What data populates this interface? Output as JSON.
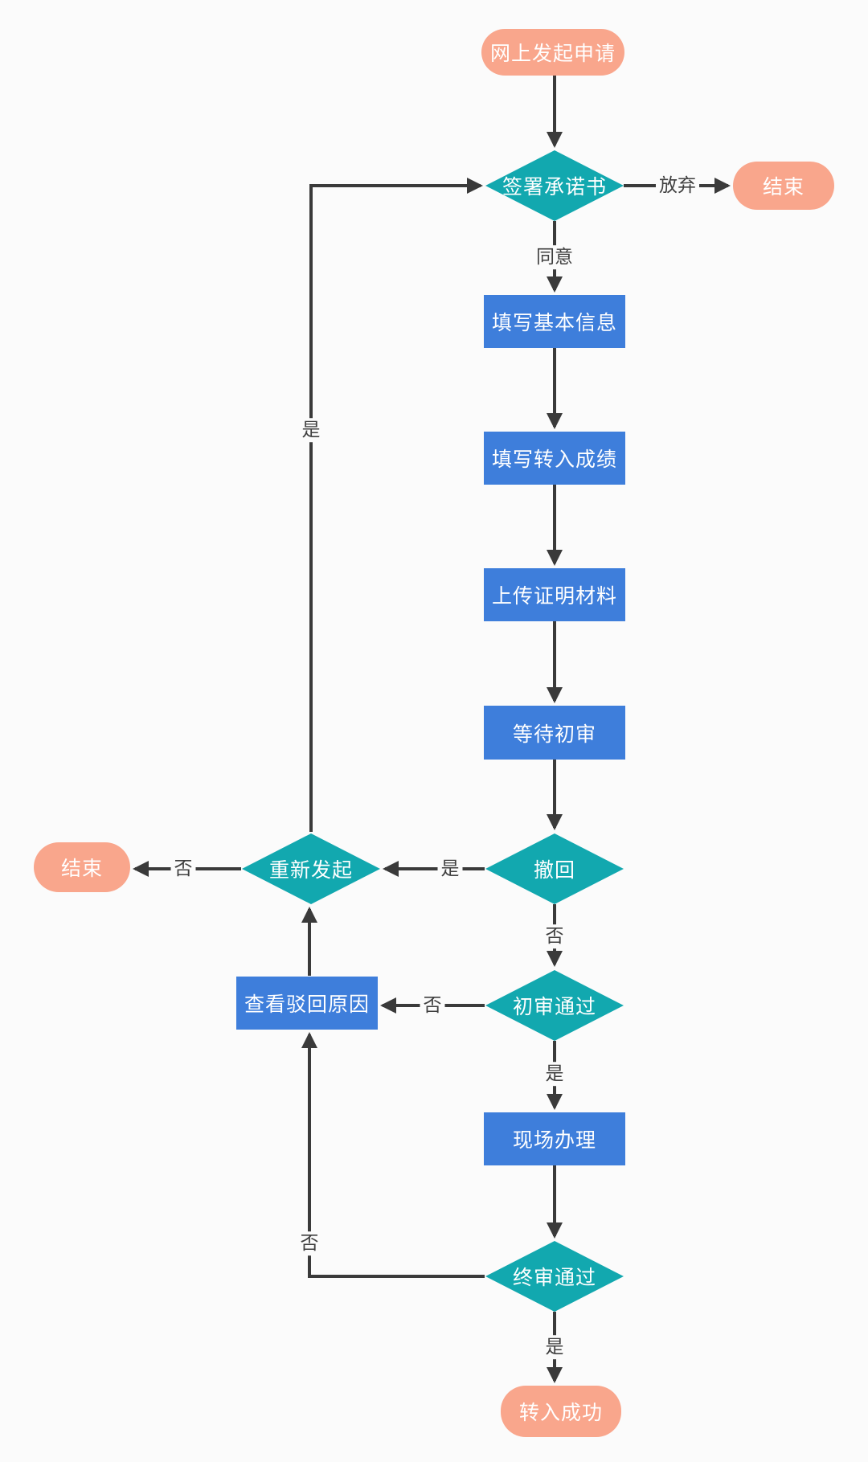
{
  "theme": {
    "background": "#fbfbfb",
    "process_fill": "#3e7edb",
    "decision_fill": "#12a8af",
    "terminal_fill": "#f9a68c",
    "node_text": "#ffffff",
    "edge_color": "#3a3a3a",
    "edge_label_text": "#3f3f3f"
  },
  "diagram": {
    "type": "flowchart",
    "nodes": [
      {
        "id": "start",
        "shape": "terminal",
        "label": "网上发起申请"
      },
      {
        "id": "sign",
        "shape": "decision",
        "label": "签署承诺书"
      },
      {
        "id": "end_right",
        "shape": "terminal",
        "label": "结束"
      },
      {
        "id": "fill_basic",
        "shape": "process",
        "label": "填写基本信息"
      },
      {
        "id": "fill_scores",
        "shape": "process",
        "label": "填写转入成绩"
      },
      {
        "id": "upload_proof",
        "shape": "process",
        "label": "上传证明材料"
      },
      {
        "id": "wait_review",
        "shape": "process",
        "label": "等待初审"
      },
      {
        "id": "withdraw",
        "shape": "decision",
        "label": "撤回"
      },
      {
        "id": "restart",
        "shape": "decision",
        "label": "重新发起"
      },
      {
        "id": "end_left",
        "shape": "terminal",
        "label": "结束"
      },
      {
        "id": "first_review",
        "shape": "decision",
        "label": "初审通过"
      },
      {
        "id": "view_reason",
        "shape": "process",
        "label": "查看驳回原因"
      },
      {
        "id": "onsite",
        "shape": "process",
        "label": "现场办理"
      },
      {
        "id": "final_review",
        "shape": "decision",
        "label": "终审通过"
      },
      {
        "id": "success",
        "shape": "terminal",
        "label": "转入成功"
      }
    ],
    "edge_labels": {
      "abandon": "放弃",
      "agree": "同意",
      "yes": "是",
      "no": "否"
    },
    "edges": [
      {
        "from": "start",
        "to": "sign",
        "label": ""
      },
      {
        "from": "sign",
        "to": "end_right",
        "label": "放弃"
      },
      {
        "from": "sign",
        "to": "fill_basic",
        "label": "同意"
      },
      {
        "from": "fill_basic",
        "to": "fill_scores",
        "label": ""
      },
      {
        "from": "fill_scores",
        "to": "upload_proof",
        "label": ""
      },
      {
        "from": "upload_proof",
        "to": "wait_review",
        "label": ""
      },
      {
        "from": "wait_review",
        "to": "withdraw",
        "label": ""
      },
      {
        "from": "withdraw",
        "to": "restart",
        "label": "是"
      },
      {
        "from": "withdraw",
        "to": "first_review",
        "label": "否"
      },
      {
        "from": "restart",
        "to": "end_left",
        "label": "否"
      },
      {
        "from": "restart",
        "to": "sign",
        "label": "是"
      },
      {
        "from": "first_review",
        "to": "view_reason",
        "label": "否"
      },
      {
        "from": "first_review",
        "to": "onsite",
        "label": "是"
      },
      {
        "from": "view_reason",
        "to": "restart",
        "label": ""
      },
      {
        "from": "onsite",
        "to": "final_review",
        "label": ""
      },
      {
        "from": "final_review",
        "to": "view_reason",
        "label": "否"
      },
      {
        "from": "final_review",
        "to": "success",
        "label": "是"
      }
    ]
  }
}
